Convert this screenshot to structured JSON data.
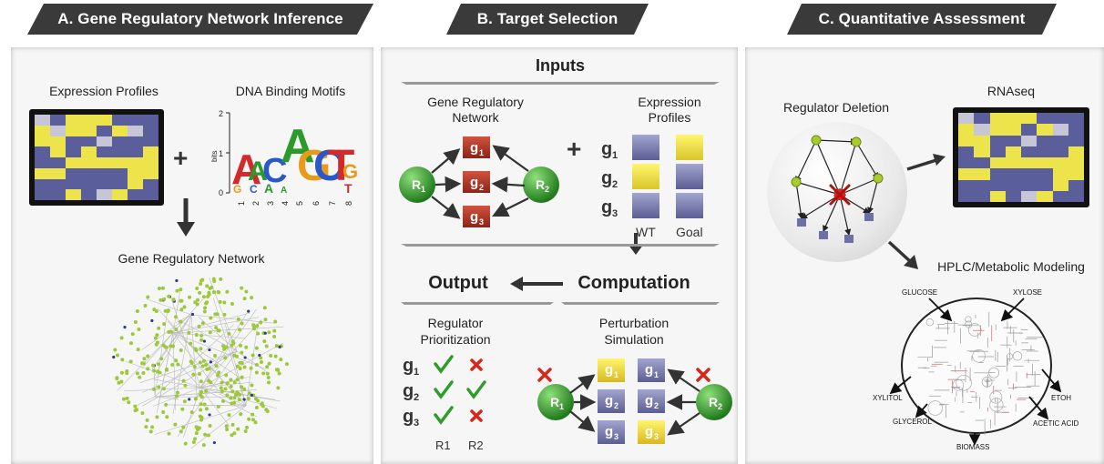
{
  "tabs": {
    "a": "A. Gene Regulatory Network Inference",
    "b": "B. Target Selection",
    "c": "C. Quantitative Assessment"
  },
  "panel_a": {
    "expression_profiles": "Expression Profiles",
    "dna_binding_motifs": "DNA Binding Motifs",
    "plus": "+",
    "motif_axis_label": "bits",
    "motif_y_ticks": [
      "2",
      "1",
      "0"
    ],
    "motif_positions": [
      "1",
      "2",
      "3",
      "4",
      "5",
      "6",
      "7",
      "8"
    ],
    "motif_letters_top": [
      "A",
      "A",
      "C",
      "A",
      "G",
      "C",
      "T",
      "G"
    ],
    "motif_letters_bottom": [
      "G",
      "C",
      "A",
      "A",
      "",
      "",
      "",
      "T"
    ],
    "grn_title": "Gene Regulatory Network"
  },
  "panel_b": {
    "inputs": "Inputs",
    "grn_label": "Gene Regulatory\nNetwork",
    "expression_label": "Expression\nProfiles",
    "plus": "+",
    "r1": "R",
    "r1_sub": "1",
    "r2": "R",
    "r2_sub": "2",
    "genes": [
      "g",
      "g",
      "g"
    ],
    "gene_subs": [
      "1",
      "2",
      "3"
    ],
    "wt": "WT",
    "goal": "Goal",
    "output": "Output",
    "computation": "Computation",
    "regulator_prioritization": "Regulator\nPrioritization",
    "perturbation_simulation": "Perturbation\nSimulation",
    "r_labels": [
      "R1",
      "R2"
    ]
  },
  "panel_c": {
    "regulator_deletion": "Regulator Deletion",
    "rnaseq": "RNAseq",
    "hplc": "HPLC/Metabolic Modeling",
    "metabolites": {
      "glucose": "GLUCOSE",
      "xylose": "XYLOSE",
      "xylitol": "XYLITOL",
      "etoh": "ETOH",
      "glycerol": "GLYCEROL",
      "acetic_acid": "ACETIC ACID",
      "biomass": "BIOMASS"
    }
  },
  "colors": {
    "tab": "#3a3a3a",
    "yellow": "#f2e84a",
    "purple": "#7c7fb0",
    "gene_red": "#b23a2c",
    "regulator_green": "#3fa83a",
    "check_green": "#2f9c2a",
    "cross_red": "#d8261c"
  },
  "heatmap_pattern": [
    "wpyyyppp",
    "ywyypywp",
    "yyppwppp",
    "pypypppy",
    "ppyyyyyy",
    "yyppppyy",
    "ppppppyp",
    "ppypwypp"
  ]
}
